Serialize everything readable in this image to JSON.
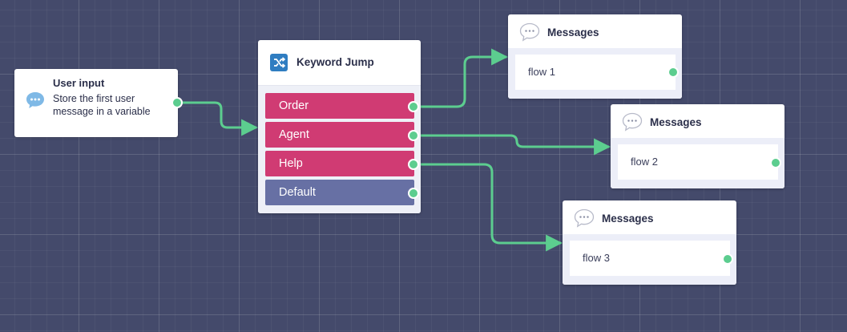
{
  "canvas": {
    "background": "#444a6b",
    "wire_color": "#5ccd8f",
    "button_pink": "#d03b73",
    "button_slate": "#6770a4"
  },
  "user_input": {
    "icon": "chat-bubble-icon",
    "title": "User input",
    "description": "Store the first user message in a variable"
  },
  "keyword_jump": {
    "icon": "shuffle-icon",
    "title": "Keyword Jump",
    "buttons": [
      {
        "label": "Order"
      },
      {
        "label": "Agent"
      },
      {
        "label": "Help"
      },
      {
        "label": "Default"
      }
    ]
  },
  "messages": [
    {
      "icon": "speech-bubble-icon",
      "title": "Messages",
      "text": "flow 1"
    },
    {
      "icon": "speech-bubble-icon",
      "title": "Messages",
      "text": "flow 2"
    },
    {
      "icon": "speech-bubble-icon",
      "title": "Messages",
      "text": "flow 3"
    }
  ]
}
